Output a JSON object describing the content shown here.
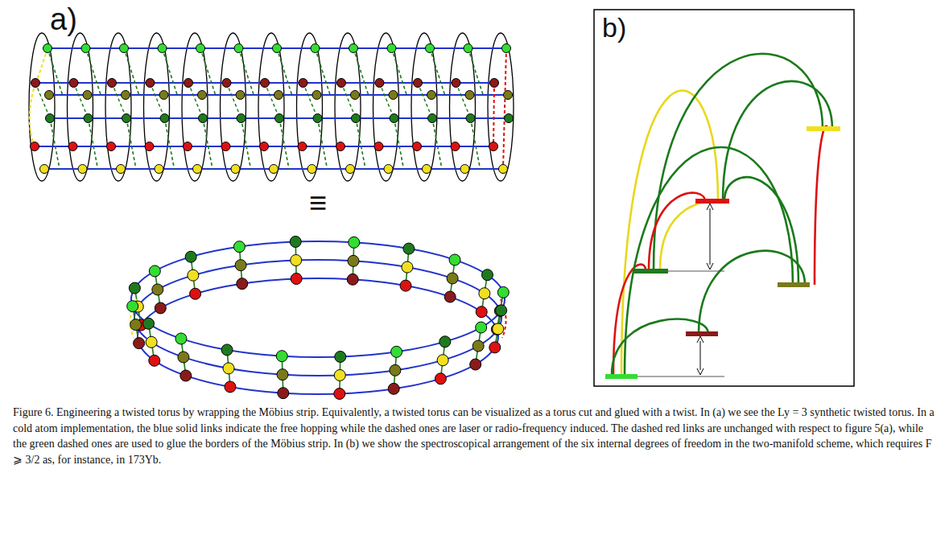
{
  "diagram": {
    "caption": "Figure 6. Engineering a twisted torus by wrapping the Möbius strip. Equivalently, a twisted torus can be visualized as a torus cut and glued with a twist. In (a) we see the Ly = 3 synthetic twisted torus. In a cold atom implementation, the blue solid links indicate the free hopping while the dashed ones are laser or radio-frequency induced. The dashed red links are unchanged with respect to figure 5(a), while the green dashed ones are used to glue the borders of the Möbius strip. In (b) we show the spectroscopical arrangement of the six internal degrees of freedom in the two-manifold scheme, which requires F ⩾ 3/2 as, for instance, in 173Yb.",
    "labels": [
      "a)",
      "≡",
      "b)"
    ]
  }
}
